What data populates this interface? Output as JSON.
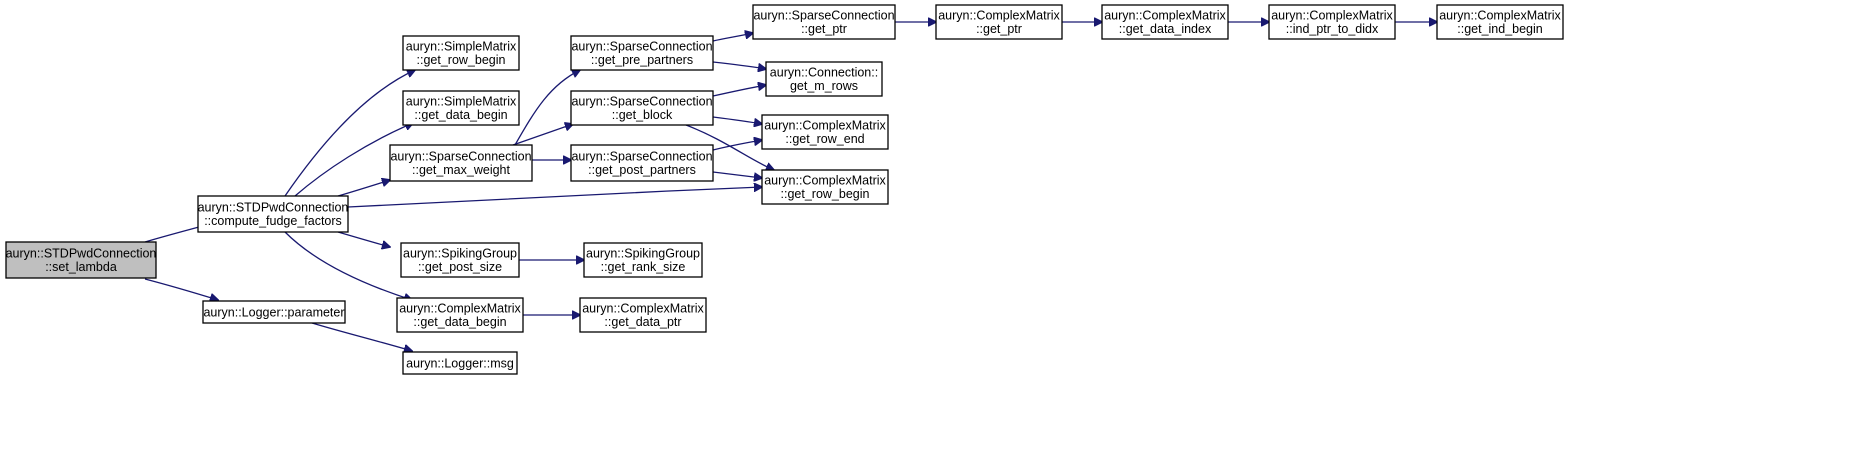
{
  "nodes": [
    {
      "id": "set_lambda",
      "lines": [
        "auryn::STDPwdConnection",
        "::set_lambda"
      ],
      "root": true
    },
    {
      "id": "compute_fudge",
      "lines": [
        "auryn::STDPwdConnection",
        "::compute_fudge_factors"
      ]
    },
    {
      "id": "logger_parameter",
      "lines": [
        "auryn::Logger::parameter"
      ]
    },
    {
      "id": "sm_get_row_begin",
      "lines": [
        "auryn::SimpleMatrix",
        "::get_row_begin"
      ]
    },
    {
      "id": "sm_get_data_begin",
      "lines": [
        "auryn::SimpleMatrix",
        "::get_data_begin"
      ]
    },
    {
      "id": "sc_get_max_weight",
      "lines": [
        "auryn::SparseConnection",
        "::get_max_weight"
      ]
    },
    {
      "id": "sg_get_post_size",
      "lines": [
        "auryn::SpikingGroup",
        "::get_post_size"
      ]
    },
    {
      "id": "cm_get_data_begin",
      "lines": [
        "auryn::ComplexMatrix",
        "::get_data_begin"
      ]
    },
    {
      "id": "logger_msg",
      "lines": [
        "auryn::Logger::msg"
      ]
    },
    {
      "id": "sc_get_pre_partners",
      "lines": [
        "auryn::SparseConnection",
        "::get_pre_partners"
      ]
    },
    {
      "id": "sc_get_block",
      "lines": [
        "auryn::SparseConnection",
        "::get_block"
      ]
    },
    {
      "id": "sc_get_post_partners",
      "lines": [
        "auryn::SparseConnection",
        "::get_post_partners"
      ]
    },
    {
      "id": "sg_get_rank_size",
      "lines": [
        "auryn::SpikingGroup",
        "::get_rank_size"
      ]
    },
    {
      "id": "cm_get_data_ptr",
      "lines": [
        "auryn::ComplexMatrix",
        "::get_data_ptr"
      ]
    },
    {
      "id": "sc_get_ptr",
      "lines": [
        "auryn::SparseConnection",
        "::get_ptr"
      ]
    },
    {
      "id": "conn_get_m_rows",
      "lines": [
        "auryn::Connection::",
        "get_m_rows"
      ]
    },
    {
      "id": "cm_get_row_end",
      "lines": [
        "auryn::ComplexMatrix",
        "::get_row_end"
      ]
    },
    {
      "id": "cm_get_row_begin",
      "lines": [
        "auryn::ComplexMatrix",
        "::get_row_begin"
      ]
    },
    {
      "id": "cm_get_ptr",
      "lines": [
        "auryn::ComplexMatrix",
        "::get_ptr"
      ]
    },
    {
      "id": "cm_get_data_index",
      "lines": [
        "auryn::ComplexMatrix",
        "::get_data_index"
      ]
    },
    {
      "id": "cm_ind_ptr_to_didx",
      "lines": [
        "auryn::ComplexMatrix",
        "::ind_ptr_to_didx"
      ]
    },
    {
      "id": "cm_get_ind_begin",
      "lines": [
        "auryn::ComplexMatrix",
        "::get_ind_begin"
      ]
    }
  ],
  "edges": [
    [
      "set_lambda",
      "compute_fudge"
    ],
    [
      "set_lambda",
      "logger_parameter"
    ],
    [
      "compute_fudge",
      "sm_get_row_begin"
    ],
    [
      "compute_fudge",
      "sm_get_data_begin"
    ],
    [
      "compute_fudge",
      "sc_get_max_weight"
    ],
    [
      "compute_fudge",
      "cm_get_row_begin"
    ],
    [
      "compute_fudge",
      "sg_get_post_size"
    ],
    [
      "compute_fudge",
      "cm_get_data_begin"
    ],
    [
      "logger_parameter",
      "logger_msg"
    ],
    [
      "sc_get_max_weight",
      "sc_get_pre_partners"
    ],
    [
      "sc_get_max_weight",
      "sc_get_block"
    ],
    [
      "sc_get_max_weight",
      "sc_get_post_partners"
    ],
    [
      "sc_get_pre_partners",
      "sc_get_ptr"
    ],
    [
      "sc_get_pre_partners",
      "conn_get_m_rows"
    ],
    [
      "sc_get_block",
      "conn_get_m_rows"
    ],
    [
      "sc_get_block",
      "cm_get_row_end"
    ],
    [
      "sc_get_block",
      "cm_get_row_begin"
    ],
    [
      "sc_get_post_partners",
      "cm_get_row_end"
    ],
    [
      "sc_get_post_partners",
      "cm_get_row_begin"
    ],
    [
      "sg_get_post_size",
      "sg_get_rank_size"
    ],
    [
      "cm_get_data_begin",
      "cm_get_data_ptr"
    ],
    [
      "sc_get_ptr",
      "cm_get_ptr"
    ],
    [
      "cm_get_ptr",
      "cm_get_data_index"
    ],
    [
      "cm_get_data_index",
      "cm_ind_ptr_to_didx"
    ],
    [
      "cm_ind_ptr_to_didx",
      "cm_get_ind_begin"
    ]
  ]
}
